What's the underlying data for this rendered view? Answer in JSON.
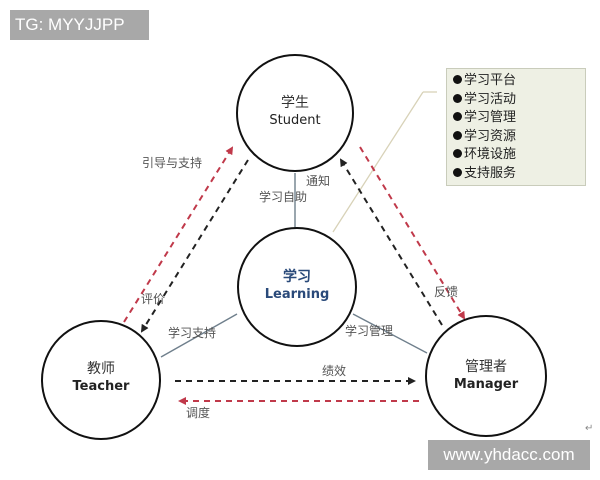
{
  "watermarks": {
    "top_left": "TG: MYYJJPP",
    "bottom_right": "www.yhdacc.com"
  },
  "nodes": {
    "student": {
      "zh": "学生",
      "en": "Student"
    },
    "learning": {
      "zh": "学习",
      "en": "Learning"
    },
    "teacher": {
      "zh": "教师",
      "en": "Teacher"
    },
    "manager": {
      "zh": "管理者",
      "en": "Manager"
    }
  },
  "edge_labels": {
    "guide_support": "引导与支持",
    "evaluate": "评价",
    "notify": "通知",
    "self_help": "学习自助",
    "learning_support": "学习支持",
    "learning_management": "学习管理",
    "feedback": "反馈",
    "performance": "绩效",
    "dispatch": "调度"
  },
  "infobox": {
    "items": [
      "学习平台",
      "学习活动",
      "学习管理",
      "学习资源",
      "环境设施",
      "支持服务"
    ]
  },
  "paragraph_mark": "↵",
  "colors": {
    "red_dash": "#c0394a",
    "black_dash": "#222222",
    "solid_connector": "#6f7f8c",
    "callout_line": "#d8d2b8",
    "infobox_bg": "#eef0e4",
    "learning_text": "#2a4a7a",
    "watermark_bg": "#a8a8a8"
  }
}
